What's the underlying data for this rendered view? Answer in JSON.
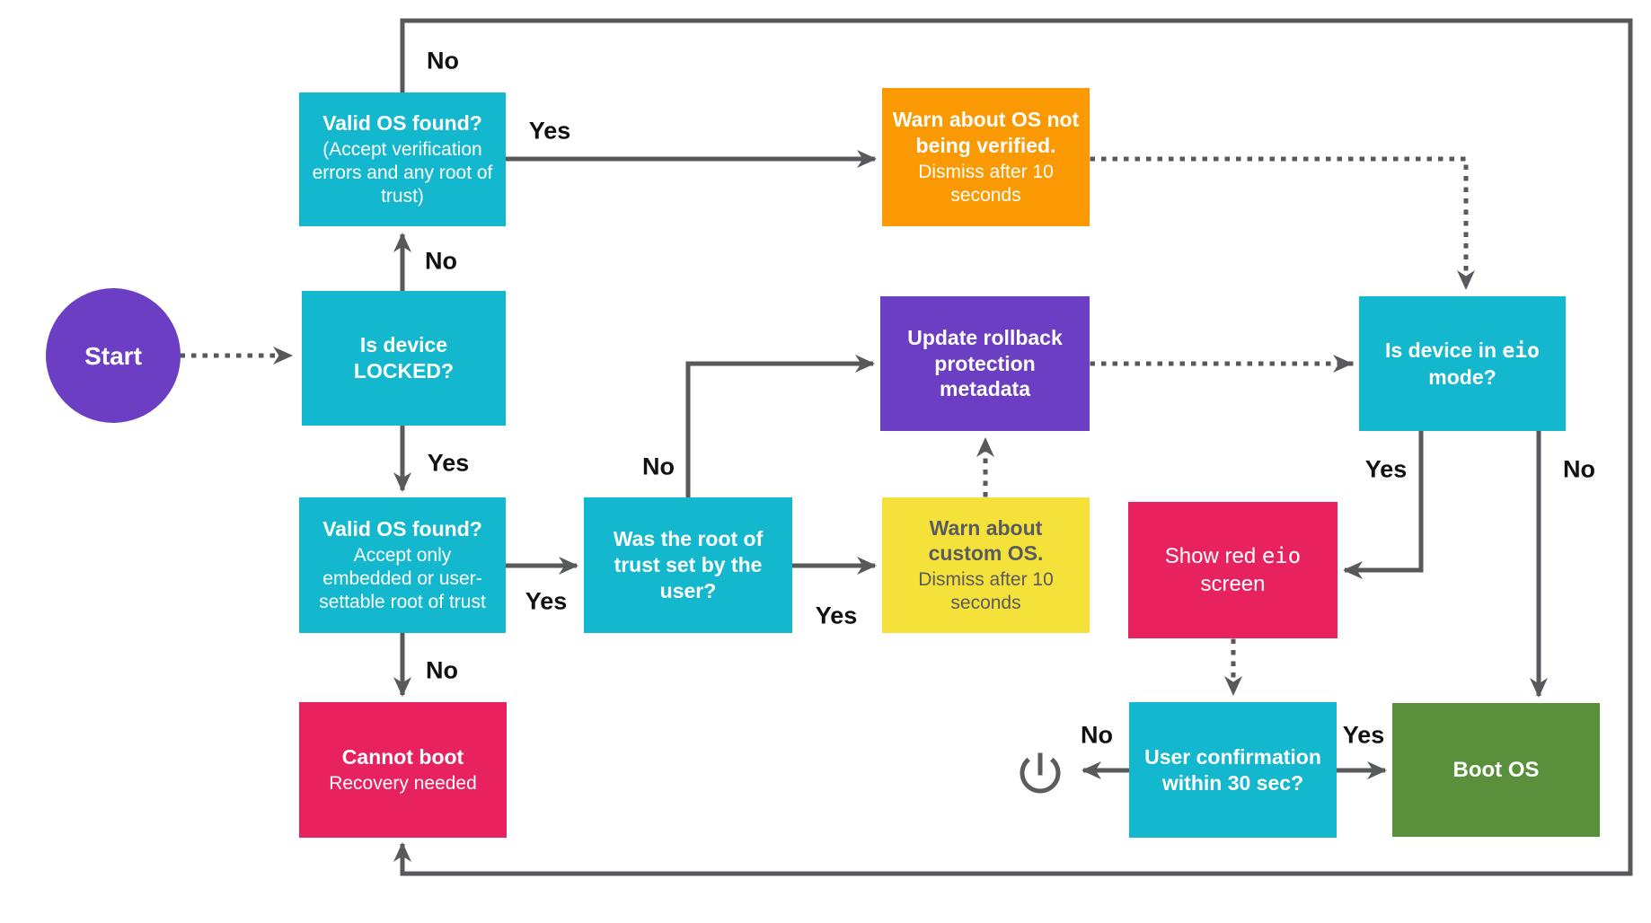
{
  "diagram": {
    "nodes": {
      "start": {
        "label": "Start"
      },
      "valid_os_unlocked": {
        "title": "Valid OS found?",
        "body": "(Accept verification errors and any root of trust)"
      },
      "warn_unverified": {
        "title": "Warn about OS not being verified.",
        "body": "Dismiss after 10 seconds"
      },
      "is_locked": {
        "title": "Is device LOCKED?"
      },
      "update_rollback": {
        "title": "Update rollback protection metadata"
      },
      "is_eio": {
        "pre": "Is device in ",
        "mono": "eio",
        "post": " mode?"
      },
      "valid_os_locked": {
        "title": "Valid OS found?",
        "body": "Accept only embedded or user-settable root of trust"
      },
      "was_root": {
        "title": "Was the root of trust set by the user?"
      },
      "warn_custom": {
        "title": "Warn about custom OS.",
        "body": "Dismiss after 10 seconds"
      },
      "show_red_eio": {
        "pre": "Show red ",
        "mono": "eio",
        "post": " screen"
      },
      "cannot_boot": {
        "title": "Cannot boot",
        "body": "Recovery needed"
      },
      "user_confirm": {
        "title": "User confirmation within 30 sec?"
      },
      "boot_os": {
        "title": "Boot OS"
      }
    },
    "edge_labels": {
      "top_loop_no": "No",
      "locked_up_no": "No",
      "valid_top_yes": "Yes",
      "locked_down_yes": "Yes",
      "valid_locked_yes": "Yes",
      "valid_locked_no": "No",
      "was_root_no": "No",
      "was_root_yes": "Yes",
      "eio_yes": "Yes",
      "eio_no": "No",
      "confirm_no": "No",
      "confirm_yes": "Yes"
    },
    "icons": {
      "power": "power-icon"
    },
    "colors": {
      "cyan": "#14B8CE",
      "purple": "#6C3EC4",
      "orange": "#FA9901",
      "yellow": "#F4E13A",
      "pink": "#E8215F",
      "green": "#5A8F3C",
      "line": "#58595C",
      "label_text": "#101112",
      "yellow_box_text": "#5A5B5E"
    }
  }
}
